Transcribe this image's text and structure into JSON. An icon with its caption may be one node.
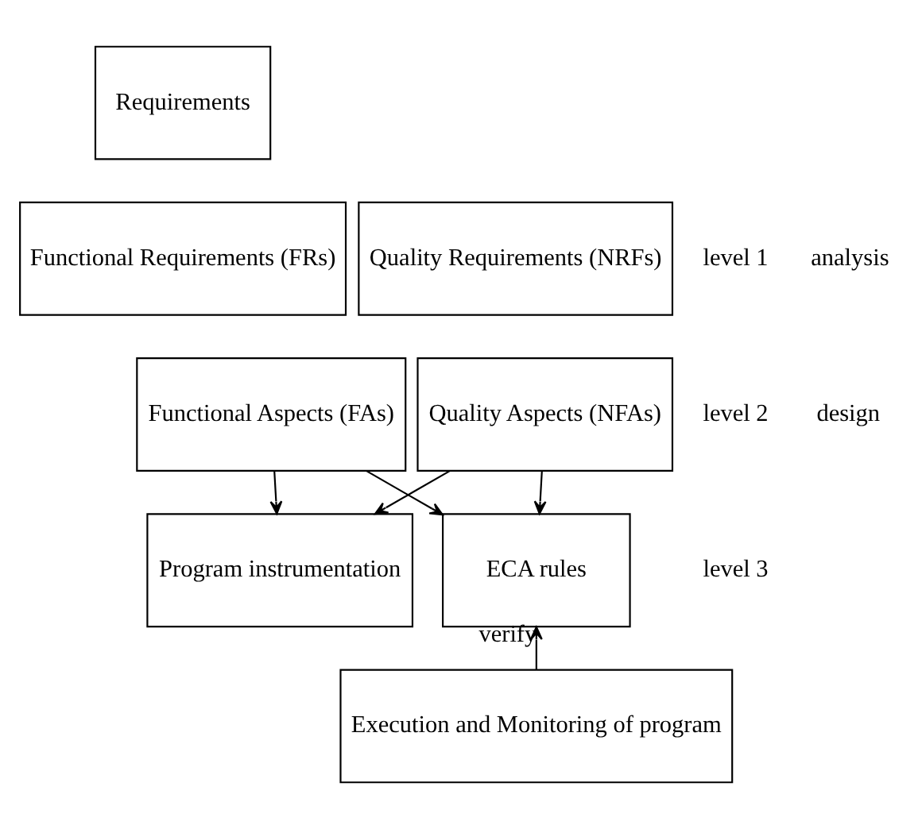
{
  "diagram": {
    "nodes": [
      {
        "text": [
          "Requirements"
        ]
      },
      {
        "text": [
          "Functional Requirements (FRs)"
        ]
      },
      {
        "text": [
          "Quality Requirements (NRFs)"
        ]
      },
      {
        "text": [
          "Functional Aspects (FAs)"
        ]
      },
      {
        "text": [
          "Quality Aspects (NFAs)"
        ]
      },
      {
        "text": [
          "Program instrumentation"
        ]
      },
      {
        "text": [
          "ECA rules"
        ]
      },
      {
        "text": [
          "Execution and Monitoring of program"
        ]
      }
    ],
    "edges": [
      {
        "from": 3,
        "to": 5,
        "arrow": "to"
      },
      {
        "from": 3,
        "to": 6,
        "arrow": "to"
      },
      {
        "from": 4,
        "to": 5,
        "arrow": "to"
      },
      {
        "from": 4,
        "to": 6,
        "arrow": "to"
      },
      {
        "from": 7,
        "to": 6,
        "arrow": "to",
        "label": "verify"
      }
    ],
    "labels": [
      "level 1",
      "analysis",
      "level 2",
      "design",
      "level 3"
    ]
  }
}
